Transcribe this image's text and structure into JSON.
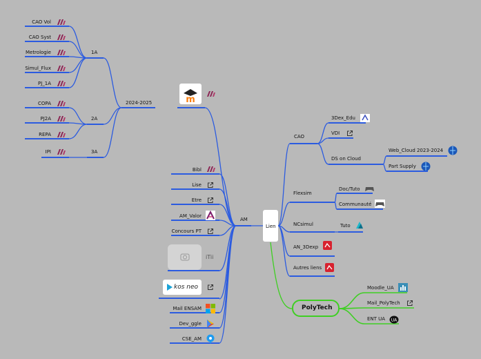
{
  "center": "Lien",
  "am": "AM",
  "left": {
    "branch": "2024-2025",
    "groups": [
      {
        "label": "1A",
        "items": [
          "CAO Vol",
          "CAO Syst",
          "Metrologie",
          "Simul_Flux",
          "PJ_1A"
        ]
      },
      {
        "label": "2A",
        "items": [
          "COPA",
          "PJ2A",
          "REPA"
        ]
      },
      {
        "label": "3A",
        "items": [
          "IPI"
        ]
      }
    ],
    "links": [
      "Bibl",
      "Lise",
      "Etre",
      "AM_Valor",
      "Concours PT",
      "Mail ENSAM",
      "Dev_ggle",
      "CSE_AM"
    ],
    "kos_logo": "kos neo",
    "itii_logo": "iTii"
  },
  "right": {
    "cao": {
      "label": "CAO",
      "items": [
        "3Dex_Edu",
        "VDI",
        "DS on Cloud"
      ],
      "ds": [
        "Web_Cloud 2023-2024",
        "Part Supply"
      ]
    },
    "flexsim": {
      "label": "Flexsim",
      "items": [
        "Doc/Tuto",
        "Communauté"
      ]
    },
    "ncsimul": {
      "label": "NCsimul",
      "items": [
        "Tuto"
      ]
    },
    "an3d": "AN_3Dexp",
    "autres": "Autres liens",
    "polytech": {
      "label": "PolyTech",
      "items": [
        "Moodle_UA",
        "Mail_PolyTech",
        "ENT UA"
      ]
    }
  },
  "icons": {
    "moodle_logo": "moodle-logo-icon",
    "ensam": "ensam-logo-icon",
    "external": "external-link-icon",
    "camera": "camera-icon",
    "office": "office-icon",
    "play": "google-play-icon",
    "cse": "cse-icon",
    "dassault": "dassault-icon",
    "flexsim": "gamepad-icon",
    "ncsimul": "ncsimul-icon",
    "an3d": "3dexp-icon",
    "moodle_ua": "chart-icon",
    "ent": "ent-icon",
    "globe": "globe-icon"
  },
  "colors": {
    "branch": "#2b5be0",
    "polytech": "#3ecf22"
  }
}
